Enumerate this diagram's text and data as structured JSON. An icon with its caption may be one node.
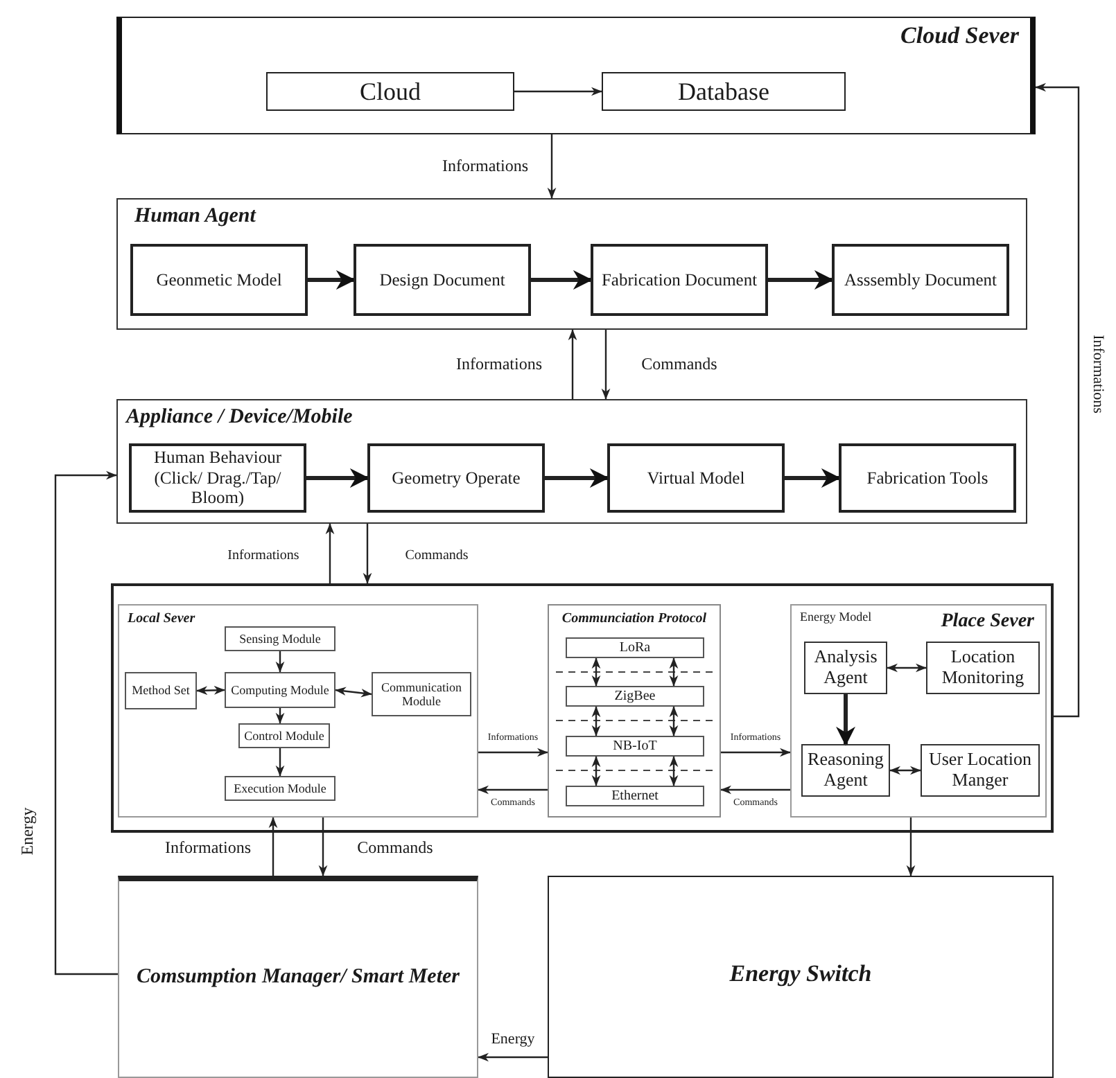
{
  "diagram": {
    "nodes": [
      {
        "text": [
          "Cloud Sever"
        ]
      },
      {
        "text": [
          "Cloud"
        ],
        "in": 0
      },
      {
        "text": [
          "Database"
        ],
        "in": 0
      },
      {
        "text": [
          "Human Agent"
        ]
      },
      {
        "text": [
          "Geonmetic Model"
        ],
        "in": 3
      },
      {
        "text": [
          "Design Document"
        ],
        "in": 3
      },
      {
        "text": [
          "Fabrication Document"
        ],
        "in": 3
      },
      {
        "text": [
          "Asssembly Document"
        ],
        "in": 3
      },
      {
        "text": [
          "Appliance / Device/Mobile"
        ]
      },
      {
        "text": [
          "Human Behaviour (Click/ Drag./Tap/ Bloom)"
        ],
        "in": 8
      },
      {
        "text": [
          "Geometry Operate"
        ],
        "in": 8
      },
      {
        "text": [
          "Virtual Model"
        ],
        "in": 8
      },
      {
        "text": [
          "Fabrication Tools"
        ],
        "in": 8
      },
      {
        "text": [],
        "shape": "box"
      },
      {
        "text": [
          "Local Sever"
        ],
        "in": 13
      },
      {
        "text": [
          "Sensing Module"
        ],
        "in": 14
      },
      {
        "text": [
          "Method Set"
        ],
        "in": 14
      },
      {
        "text": [
          "Computing Module"
        ],
        "in": 14
      },
      {
        "text": [
          "Communication Module"
        ],
        "in": 14
      },
      {
        "text": [
          "Control Module"
        ],
        "in": 14
      },
      {
        "text": [
          "Execution Module"
        ],
        "in": 14
      },
      {
        "text": [
          "Communciation Protocol"
        ],
        "in": 13
      },
      {
        "text": [
          "LoRa"
        ],
        "in": 21
      },
      {
        "text": [
          "ZigBee"
        ],
        "in": 21
      },
      {
        "text": [
          "NB-IoT"
        ],
        "in": 21
      },
      {
        "text": [
          "Ethernet"
        ],
        "in": 21
      },
      {
        "text": [
          "Energy Model",
          "Place Sever"
        ],
        "in": 13
      },
      {
        "text": [
          "Analysis Agent"
        ],
        "in": 26
      },
      {
        "text": [
          "Location Monitoring"
        ],
        "in": 26
      },
      {
        "text": [
          "Reasoning Agent"
        ],
        "in": 26
      },
      {
        "text": [
          "User Location Manger"
        ],
        "in": 26
      },
      {
        "text": [
          "Comsumption Manager/ Smart Meter"
        ]
      },
      {
        "text": [
          "Energy Switch"
        ]
      }
    ],
    "edges": [
      {
        "from": 1,
        "to": 2,
        "arrow": "to"
      },
      {
        "from": 0,
        "to": 3,
        "arrow": "to",
        "label": "Informations"
      },
      {
        "from": 8,
        "to": 3,
        "arrow": "to",
        "label": "Informations"
      },
      {
        "from": 3,
        "to": 8,
        "arrow": "to",
        "label": "Commands"
      },
      {
        "from": 4,
        "to": 5,
        "arrow": "to",
        "style": "thick"
      },
      {
        "from": 5,
        "to": 6,
        "arrow": "to",
        "style": "thick"
      },
      {
        "from": 6,
        "to": 7,
        "arrow": "to",
        "style": "thick"
      },
      {
        "from": 9,
        "to": 10,
        "arrow": "to",
        "style": "thick"
      },
      {
        "from": 10,
        "to": 11,
        "arrow": "to",
        "style": "thick"
      },
      {
        "from": 11,
        "to": 12,
        "arrow": "to",
        "style": "thick"
      },
      {
        "from": 13,
        "to": 8,
        "arrow": "to",
        "label": "Informations"
      },
      {
        "from": 8,
        "to": 13,
        "arrow": "to",
        "label": "Commands"
      },
      {
        "from": 13,
        "to": 0,
        "arrow": "to",
        "label": "Informations"
      },
      {
        "from": 15,
        "to": 17,
        "arrow": "to"
      },
      {
        "from": 16,
        "to": 17,
        "arrow": "both"
      },
      {
        "from": 17,
        "to": 18,
        "arrow": "both"
      },
      {
        "from": 17,
        "to": 19,
        "arrow": "to"
      },
      {
        "from": 19,
        "to": 20,
        "arrow": "to"
      },
      {
        "from": 22,
        "to": 23,
        "arrow": "both"
      },
      {
        "from": 22,
        "to": 23,
        "arrow": "both"
      },
      {
        "from": 23,
        "to": 24,
        "arrow": "both"
      },
      {
        "from": 23,
        "to": 24,
        "arrow": "both"
      },
      {
        "from": 24,
        "to": 25,
        "arrow": "both"
      },
      {
        "from": 24,
        "to": 25,
        "arrow": "both"
      },
      {
        "from": 14,
        "to": 21,
        "arrow": "to",
        "label": "Informations"
      },
      {
        "from": 21,
        "to": 14,
        "arrow": "to",
        "label": "Commands"
      },
      {
        "from": 21,
        "to": 26,
        "arrow": "to",
        "label": "Informations"
      },
      {
        "from": 26,
        "to": 21,
        "arrow": "to",
        "label": "Commands"
      },
      {
        "from": 27,
        "to": 28,
        "arrow": "both"
      },
      {
        "from": 27,
        "to": 29,
        "arrow": "to",
        "style": "thick"
      },
      {
        "from": 29,
        "to": 30,
        "arrow": "both"
      },
      {
        "from": 31,
        "to": 14,
        "arrow": "to",
        "label": "Informations"
      },
      {
        "from": 14,
        "to": 31,
        "arrow": "to",
        "label": "Commands"
      },
      {
        "from": 26,
        "to": 32,
        "arrow": "to"
      },
      {
        "from": 32,
        "to": 31,
        "arrow": "to",
        "label": "Energy"
      },
      {
        "from": 31,
        "to": 8,
        "arrow": "to",
        "label": "Energy"
      }
    ]
  }
}
